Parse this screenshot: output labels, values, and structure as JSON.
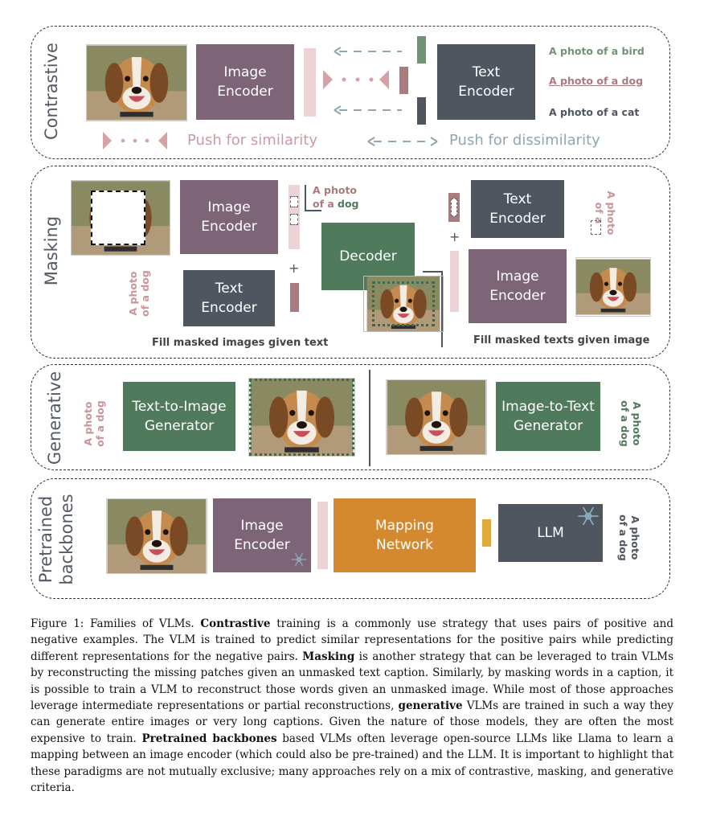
{
  "panels": {
    "contrastive": {
      "title": "Contrastive",
      "image_encoder": "Image\nEncoder",
      "text_encoder": "Text\nEncoder",
      "captions": [
        "A photo of a bird",
        "A photo of a dog",
        "A photo of a cat"
      ],
      "legend_similarity": "Push for similarity",
      "legend_dissimilarity": "Push for dissimilarity"
    },
    "masking": {
      "title": "Masking",
      "image_encoder_left": "Image\nEncoder",
      "text_encoder_left": "Text\nEncoder",
      "decoder": "Decoder",
      "text_encoder_right": "Text\nEncoder",
      "image_encoder_right": "Image\nEncoder",
      "output_text_prefix_1": "A photo",
      "output_text_prefix_2": "of a",
      "output_text_word": "dog",
      "left_input_text": "A photo\nof a dog",
      "right_masked_text": "A photo\nof a",
      "plus": "+",
      "caption_left": "Fill masked images given text",
      "caption_right": "Fill masked texts given image"
    },
    "generative": {
      "title": "Generative",
      "text_to_image": "Text-to-Image\nGenerator",
      "image_to_text": "Image-to-Text\nGenerator",
      "input_text": "A photo\nof a dog",
      "output_text": "A photo\nof a dog"
    },
    "pretrained": {
      "title": "Pretrained\nbackbones",
      "image_encoder": "Image\nEncoder",
      "mapping_network": "Mapping\nNetwork",
      "llm": "LLM",
      "output_text": "A photo\nof a dog"
    }
  },
  "colors": {
    "purple": "#7d6477",
    "dark": "#4f5660",
    "green": "#4f7a5c",
    "orange": "#d5892e",
    "pink_light": "#ecd3d6",
    "rose": "#a97a7e",
    "sage": "#6f9474",
    "legend_pink": "#d4a2a6",
    "legend_blue": "#8fa7b0"
  },
  "caption": {
    "label": "Figure 1:",
    "t1": " Families of VLMs. ",
    "b1": "Contrastive",
    "t2": " training is a commonly use strategy that uses pairs of positive and negative examples. The VLM is trained to predict similar representations for the positive pairs while predicting different representations for the negative pairs. ",
    "b2": "Masking",
    "t3": " is another strategy that can be leveraged to train VLMs by reconstructing the missing patches given an unmasked text caption. Similarly, by masking words in a caption, it is possible to train a VLM to reconstruct those words given an unmasked image. While most of those approaches leverage intermediate representations or partial reconstructions, ",
    "b3": "generative",
    "t4": " VLMs are trained in such a way they can generate entire images or very long captions. Given the nature of those models, they are often the most expensive to train. ",
    "b4": "Pretrained backbones",
    "t5": " based VLMs often leverage open-source LLMs like Llama to learn a mapping between an image encoder (which could also be pre-trained) and the LLM. It is important to highlight that these paradigms are not mutually exclusive; many approaches rely on a mix of contrastive, masking, and generative criteria."
  }
}
